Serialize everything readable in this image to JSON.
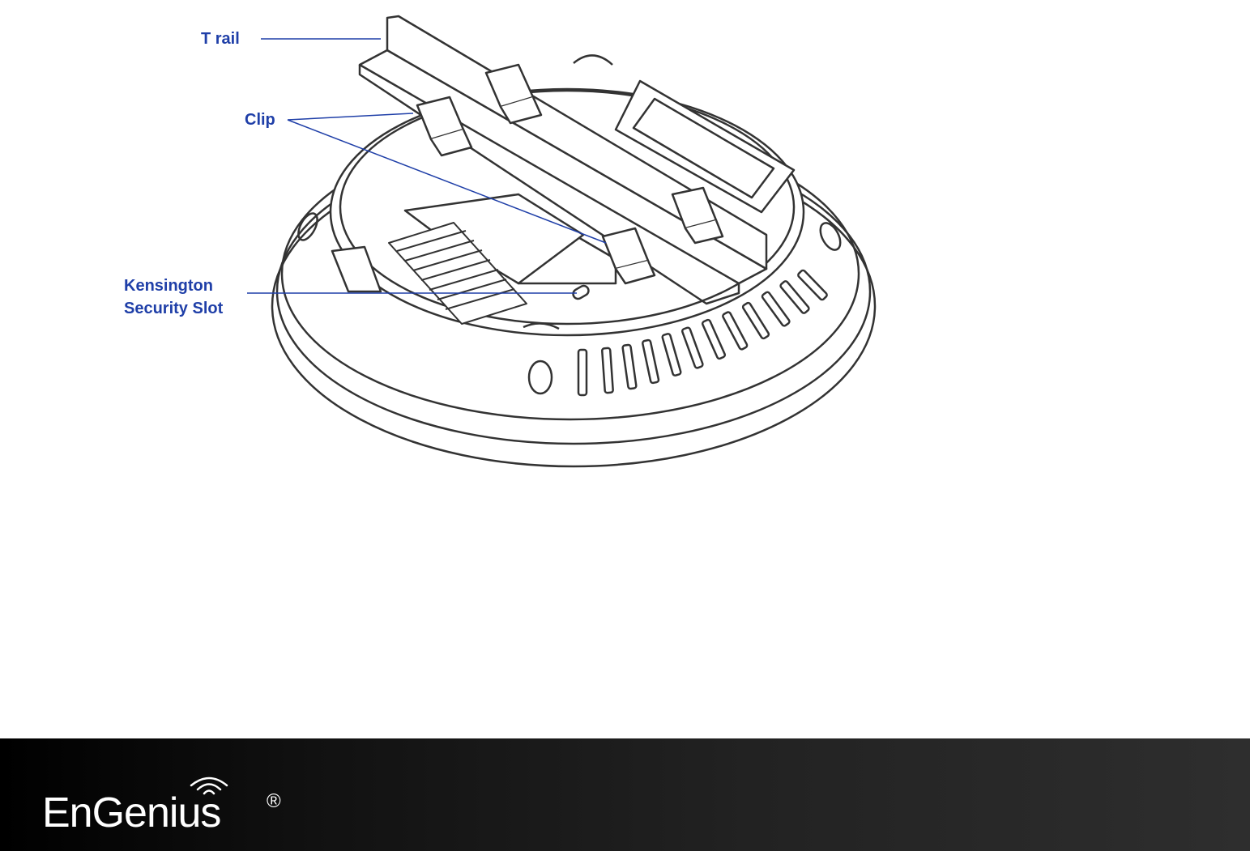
{
  "callouts": {
    "trail": "T rail",
    "clip": "Clip",
    "kensington_line1": "Kensington",
    "kensington_line2": "Security Slot"
  },
  "footer": {
    "brand": "EnGenius",
    "registered": "®"
  },
  "colors": {
    "callout_text": "#1f3fa8",
    "leader_line": "#1f3fa8",
    "drawing_stroke": "#333333",
    "footer_bg_start": "#000000",
    "footer_bg_end": "#2e2e2e",
    "logo": "#ffffff"
  }
}
